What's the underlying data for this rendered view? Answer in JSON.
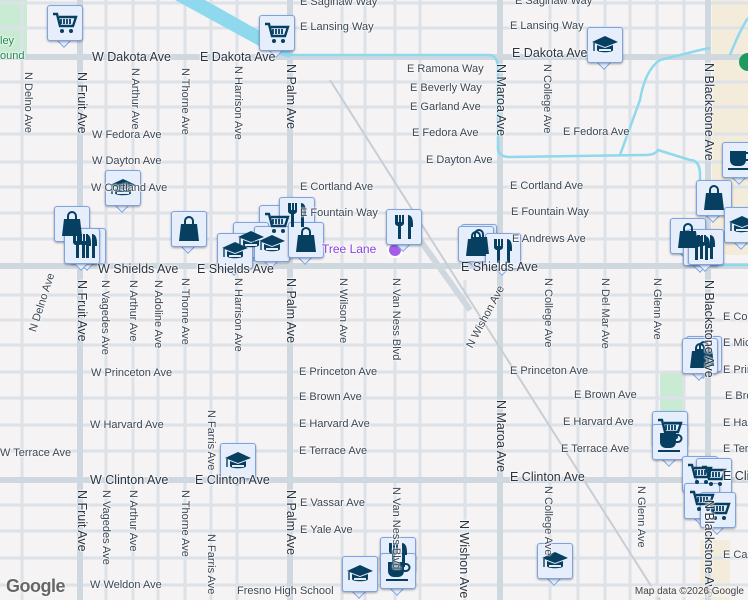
{
  "map": {
    "attribution": "Map data ©2026 Google",
    "logo": "Google",
    "colors": {
      "background": "#f5f3f3",
      "road": "#d6dde4",
      "major_road": "#cfd7df",
      "water": "#8fd9ee",
      "park": "#c9ebd3",
      "commercial": "#f3ecdb",
      "marker_fill": "#e6eefc",
      "marker_icon": "#073f61",
      "poi": "#a45de8"
    },
    "street_labels": [
      "E Saginaw Way",
      "E Lansing Way",
      "W Dakota Ave",
      "E Dakota Ave",
      "E Dakota Ave",
      "E Ramona Way",
      "E Beverly Way",
      "E Garland Ave",
      "E Fedora Ave",
      "E Fedora Ave",
      "W Fedora Ave",
      "W Dayton Ave",
      "E Dayton Ave",
      "W Cortland Ave",
      "E Cortland Ave",
      "E Cortland Ave",
      "E Fountain Way",
      "E Fountain Way",
      "E Andrews Ave",
      "Tree Lane",
      "W Shields Ave",
      "E Shields Ave",
      "E Shields Ave",
      "N Wishon Ave",
      "W Princeton Ave",
      "E Princeton Ave",
      "E Princeton Ave",
      "E Brown Ave",
      "E Brown Ave",
      "W Harvard Ave",
      "E Harvard Ave",
      "E Harvard Ave",
      "W Terrace Ave",
      "E Terrace Ave",
      "E Terrace Ave",
      "W Clinton Ave",
      "E Clinton Ave",
      "E Clinton Ave",
      "E Vassar Ave",
      "E Yale Ave",
      "W Weldon Ave",
      "Fresno High School",
      "E Lansing Way",
      "E Saginaw Way",
      "N Delno Ave",
      "N Fruit Ave",
      "N Arthur Ave",
      "N Thorne Ave",
      "N Harrison Ave",
      "N Palm Ave",
      "N Maroa Ave",
      "N College Ave",
      "N Blackstone Ave",
      "N Fruit Ave",
      "N Vagedes Ave",
      "N Arthur Ave",
      "N Adoline Ave",
      "N Thorne Ave",
      "N Harrison Ave",
      "N Palm Ave",
      "N Wilson Ave",
      "N Van Ness Blvd",
      "N College Ave",
      "N Del Mar Ave",
      "N Glenn Ave",
      "N Blackstone Ave",
      "N Farris Ave",
      "N Fruit Ave",
      "N Vagedes Ave",
      "N Arthur Ave",
      "N Thorne Ave",
      "N Palm Ave",
      "N Van Ness Blvd",
      "N Maroa Ave",
      "N Wishon Ave",
      "N College Ave",
      "N Glenn Ave",
      "N Blackstone Ave",
      "N Farris Ave",
      "N Delno Ave",
      "E Cornell Ave",
      "E Michigan Ave",
      "E Princeton Ave",
      "E Brown Ave",
      "E Harvard Ave",
      "E Terrace Ave",
      "E Clinton Ave",
      "E Carmen Ave",
      "ley",
      "ound",
      "N Wishon Ave"
    ],
    "markers": [
      {
        "category": "grocery"
      },
      {
        "category": "grocery"
      },
      {
        "category": "school"
      },
      {
        "category": "shopping"
      },
      {
        "category": "restaurant"
      },
      {
        "category": "restaurant"
      },
      {
        "category": "shopping"
      },
      {
        "category": "grocery"
      },
      {
        "category": "restaurant"
      },
      {
        "category": "school"
      },
      {
        "category": "school"
      },
      {
        "category": "school"
      },
      {
        "category": "shopping"
      },
      {
        "category": "restaurant"
      },
      {
        "category": "shopping"
      },
      {
        "category": "shopping"
      },
      {
        "category": "restaurant"
      },
      {
        "category": "school"
      },
      {
        "category": "cafe"
      },
      {
        "category": "shopping"
      },
      {
        "category": "shopping"
      },
      {
        "category": "restaurant"
      },
      {
        "category": "school"
      },
      {
        "category": "restaurant"
      },
      {
        "category": "shopping"
      },
      {
        "category": "shopping"
      },
      {
        "category": "grocery"
      },
      {
        "category": "cafe"
      },
      {
        "category": "grocery"
      },
      {
        "category": "grocery"
      },
      {
        "category": "grocery"
      },
      {
        "category": "grocery"
      },
      {
        "category": "school"
      },
      {
        "category": "restaurant"
      },
      {
        "category": "cafe"
      },
      {
        "category": "school"
      },
      {
        "category": "school"
      }
    ]
  }
}
